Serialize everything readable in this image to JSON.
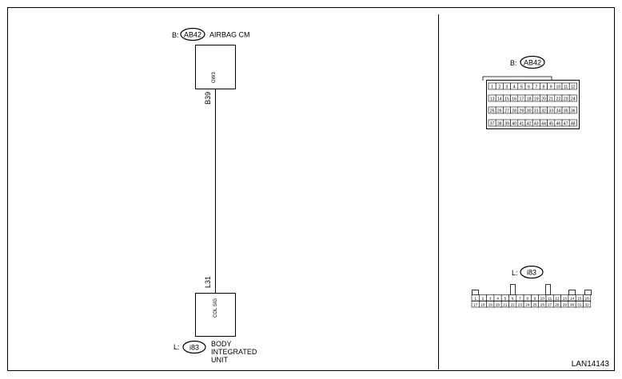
{
  "airbag_cm": {
    "prefix": "B:",
    "connector": "AB42",
    "name": "AIRBAG CM",
    "pin_signal": "GW3"
  },
  "wire": {
    "upper_label": "B39",
    "lower_label": "L31"
  },
  "body_unit": {
    "prefix": "L:",
    "connector": "i83",
    "name_lines": [
      "BODY",
      "INTEGRATED",
      "UNIT"
    ],
    "pin_signal": "COL SIG"
  },
  "connector_ab42": {
    "prefix": "B:",
    "connector": "AB42",
    "rows": [
      [
        "1",
        "2",
        "3",
        "4",
        "5",
        "6",
        "7",
        "8",
        "9",
        "10",
        "11",
        "12"
      ],
      [
        "13",
        "14",
        "15",
        "16",
        "17",
        "18",
        "19",
        "20",
        "21",
        "22",
        "23",
        "24"
      ],
      [
        "25",
        "26",
        "27",
        "28",
        "29",
        "30",
        "31",
        "32",
        "33",
        "34",
        "35",
        "36"
      ],
      [
        "37",
        "38",
        "39",
        "40",
        "41",
        "42",
        "43",
        "44",
        "45",
        "46",
        "47",
        "48"
      ]
    ]
  },
  "connector_i83": {
    "prefix": "L:",
    "connector": "i83",
    "rows": [
      [
        "1",
        "2",
        "3",
        "4",
        "5",
        "6",
        "7",
        "8",
        "9",
        "10",
        "11",
        "12",
        "13",
        "14",
        "15",
        "16"
      ],
      [
        "17",
        "18",
        "19",
        "20",
        "21",
        "22",
        "23",
        "24",
        "25",
        "26",
        "27",
        "28",
        "29",
        "30",
        "31",
        "32"
      ]
    ]
  },
  "figure_code": "LAN14143"
}
